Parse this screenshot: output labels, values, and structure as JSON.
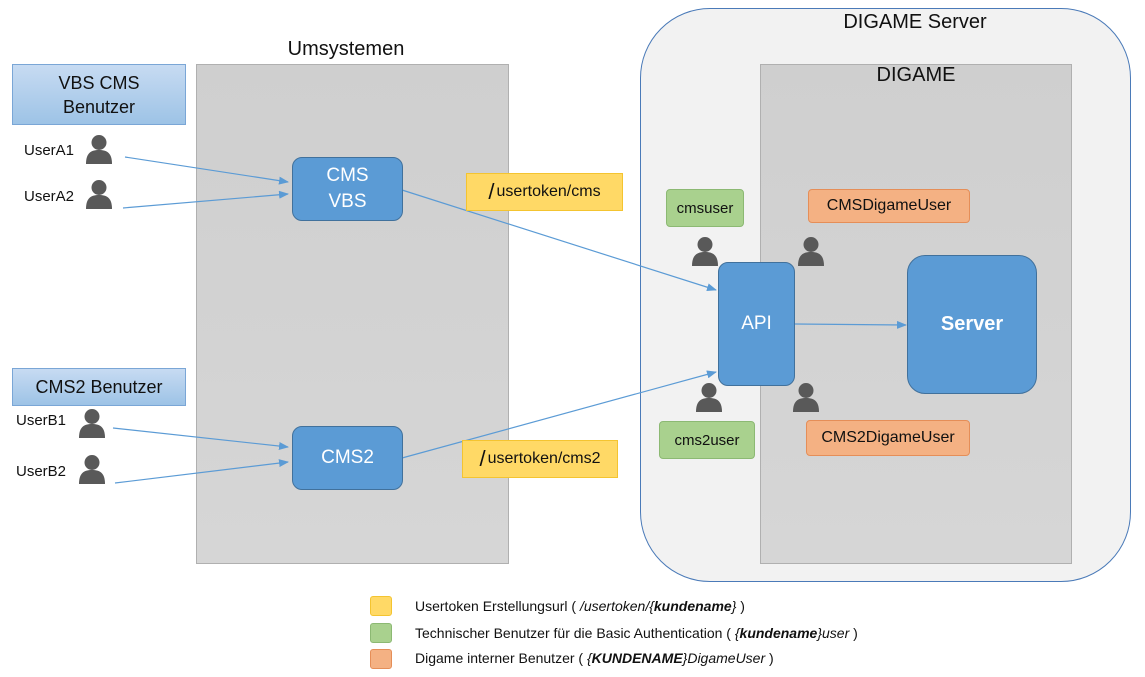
{
  "titles": {
    "umsystemen": "Umsystemen",
    "digame_server": "DIGAME Server",
    "digame": "DIGAME"
  },
  "groups": {
    "vbs_header_line1": "VBS CMS",
    "vbs_header_line2": "Benutzer",
    "cms2_header": "CMS2 Benutzer"
  },
  "users": {
    "a1": "UserA1",
    "a2": "UserA2",
    "b1": "UserB1",
    "b2": "UserB2"
  },
  "systems": {
    "cms_vbs_line1": "CMS",
    "cms_vbs_line2": "VBS",
    "cms2": "CMS2",
    "api": "API",
    "server": "Server"
  },
  "urls": {
    "cms": "usertoken/cms",
    "cms2": "usertoken/cms2",
    "slash": "/"
  },
  "tech_users": {
    "cmsuser": "cmsuser",
    "cms2user": "cms2user"
  },
  "internal_users": {
    "cms": "CMSDigameUser",
    "cms2": "CMS2DigameUser"
  },
  "legend": {
    "yellow": {
      "prefix": "Usertoken Erstellungsurl ( ",
      "path": "/usertoken/{",
      "bold": "kundename",
      "tail": "}",
      "suffix": " )"
    },
    "green": {
      "prefix": "Technischer Benutzer für die Basic Authentication ( ",
      "brace": "{",
      "bold": "kundename",
      "tail": "}user",
      "suffix": " )"
    },
    "orange": {
      "prefix": "Digame interner Benutzer ( ",
      "brace": "{",
      "bold": "KUNDENAME",
      "tail": "}DigameUser",
      "suffix": " )"
    }
  },
  "colors": {
    "blue": "#5b9bd5",
    "yellow": "#ffd966",
    "green": "#a9d18e",
    "orange": "#f4b183",
    "connector": "#5b9bd5",
    "person": "#595959"
  }
}
